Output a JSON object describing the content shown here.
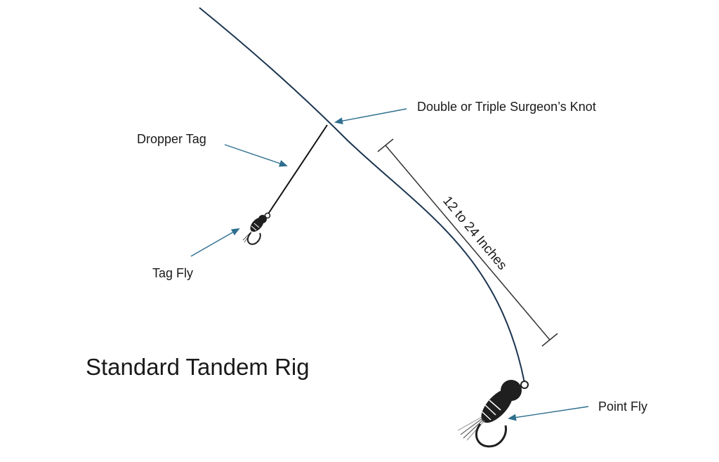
{
  "diagram": {
    "title": "Standard Tandem Rig",
    "labels": {
      "knot": "Double or Triple Surgeon’s Knot",
      "dropper_tag": "Dropper Tag",
      "tag_fly": "Tag Fly",
      "point_fly": "Point Fly",
      "dimension": "12 to 24 Inches"
    },
    "icons": {
      "tag_fly": "nymph-fly-icon",
      "point_fly": "nymph-fly-icon"
    },
    "colors": {
      "leader_line": "#1c3550",
      "tag_line": "#111111",
      "callout_arrow": "#2f6f8f",
      "fly_body": "#1f1f1f"
    }
  }
}
